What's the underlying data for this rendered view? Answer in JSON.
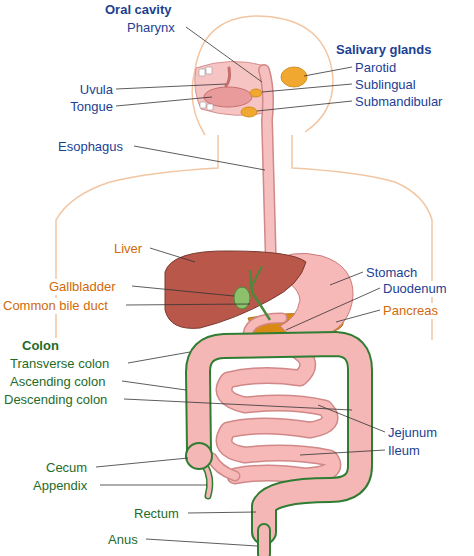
{
  "diagram": {
    "labels": [
      "Oral cavity",
      "Pharynx",
      "Salivary glands",
      "Parotid",
      "Uvula",
      "Sublingual",
      "Tongue",
      "Submandibular",
      "Esophagus",
      "Liver",
      "Stomach",
      "Gallbladder",
      "Duodenum",
      "Common bile duct",
      "Pancreas",
      "Colon",
      "Transverse colon",
      "Ascending colon",
      "Descending colon",
      "Jejunum",
      "Ileum",
      "Cecum",
      "Appendix",
      "Rectum",
      "Anus"
    ]
  }
}
